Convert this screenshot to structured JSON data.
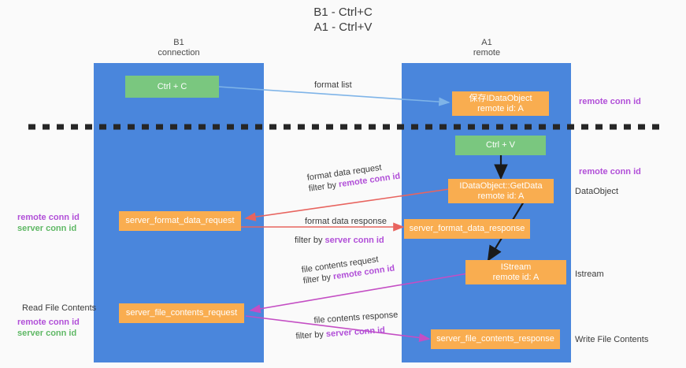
{
  "title": {
    "line1": "B1 - Ctrl+C",
    "line2": "A1 - Ctrl+V"
  },
  "columns": [
    {
      "name": "b1",
      "title": "B1",
      "subtitle": "connection"
    },
    {
      "name": "a1",
      "title": "A1",
      "subtitle": "remote"
    }
  ],
  "nodes": {
    "ctrl_c": {
      "label": "Ctrl + C"
    },
    "ctrl_v": {
      "label": "Ctrl + V"
    },
    "save_idataobject": {
      "line1": "保存IDataObject",
      "line2": "remote id: A"
    },
    "getdata": {
      "line1": "IDataObject::GetData",
      "line2": "remote id: A"
    },
    "istream": {
      "line1": "IStream",
      "line2": "remote id: A"
    },
    "server_format_data_request": {
      "label": "server_format_data_request"
    },
    "server_format_data_response": {
      "label": "server_format_data_response"
    },
    "server_file_contents_request": {
      "label": "server_file_contents_request"
    },
    "server_file_contents_response": {
      "label": "server_file_contents_response"
    }
  },
  "edges": {
    "format_list": {
      "label": "format list"
    },
    "format_data_request": {
      "line1": "format data request",
      "filter_prefix": "filter by ",
      "filter_key": "remote conn id"
    },
    "format_data_response": {
      "line1": "format data response",
      "filter_prefix": "filter by ",
      "filter_key": "server conn id"
    },
    "file_contents_request": {
      "line1": "file contents request",
      "filter_prefix": "filter by ",
      "filter_key": "remote conn id"
    },
    "file_contents_response": {
      "line1": "file contents response",
      "filter_prefix": "filter by ",
      "filter_key": "server conn id"
    }
  },
  "annotations": {
    "right_remote_conn_top": "remote conn id",
    "right_remote_conn_mid": "remote conn id",
    "right_dataobject": "DataObject",
    "right_istream": "Istream",
    "right_write_file": "Write File Contents",
    "left_remote_conn": "remote conn id",
    "left_server_conn": "server conn id",
    "left_read_file": "Read File Contents",
    "left_remote_conn2": "remote conn id",
    "left_server_conn2": "server conn id"
  },
  "colors": {
    "lane": "#4a86dc",
    "green_node": "#7ac77f",
    "orange_node": "#f9ad50",
    "accent_purple": "#b14fd8",
    "accent_green": "#5fb865",
    "arrow_blue": "#7fb4e8",
    "arrow_red": "#e8645f",
    "arrow_magenta": "#c44ec4",
    "arrow_black": "#1a1a1a",
    "background": "#fafafa"
  }
}
